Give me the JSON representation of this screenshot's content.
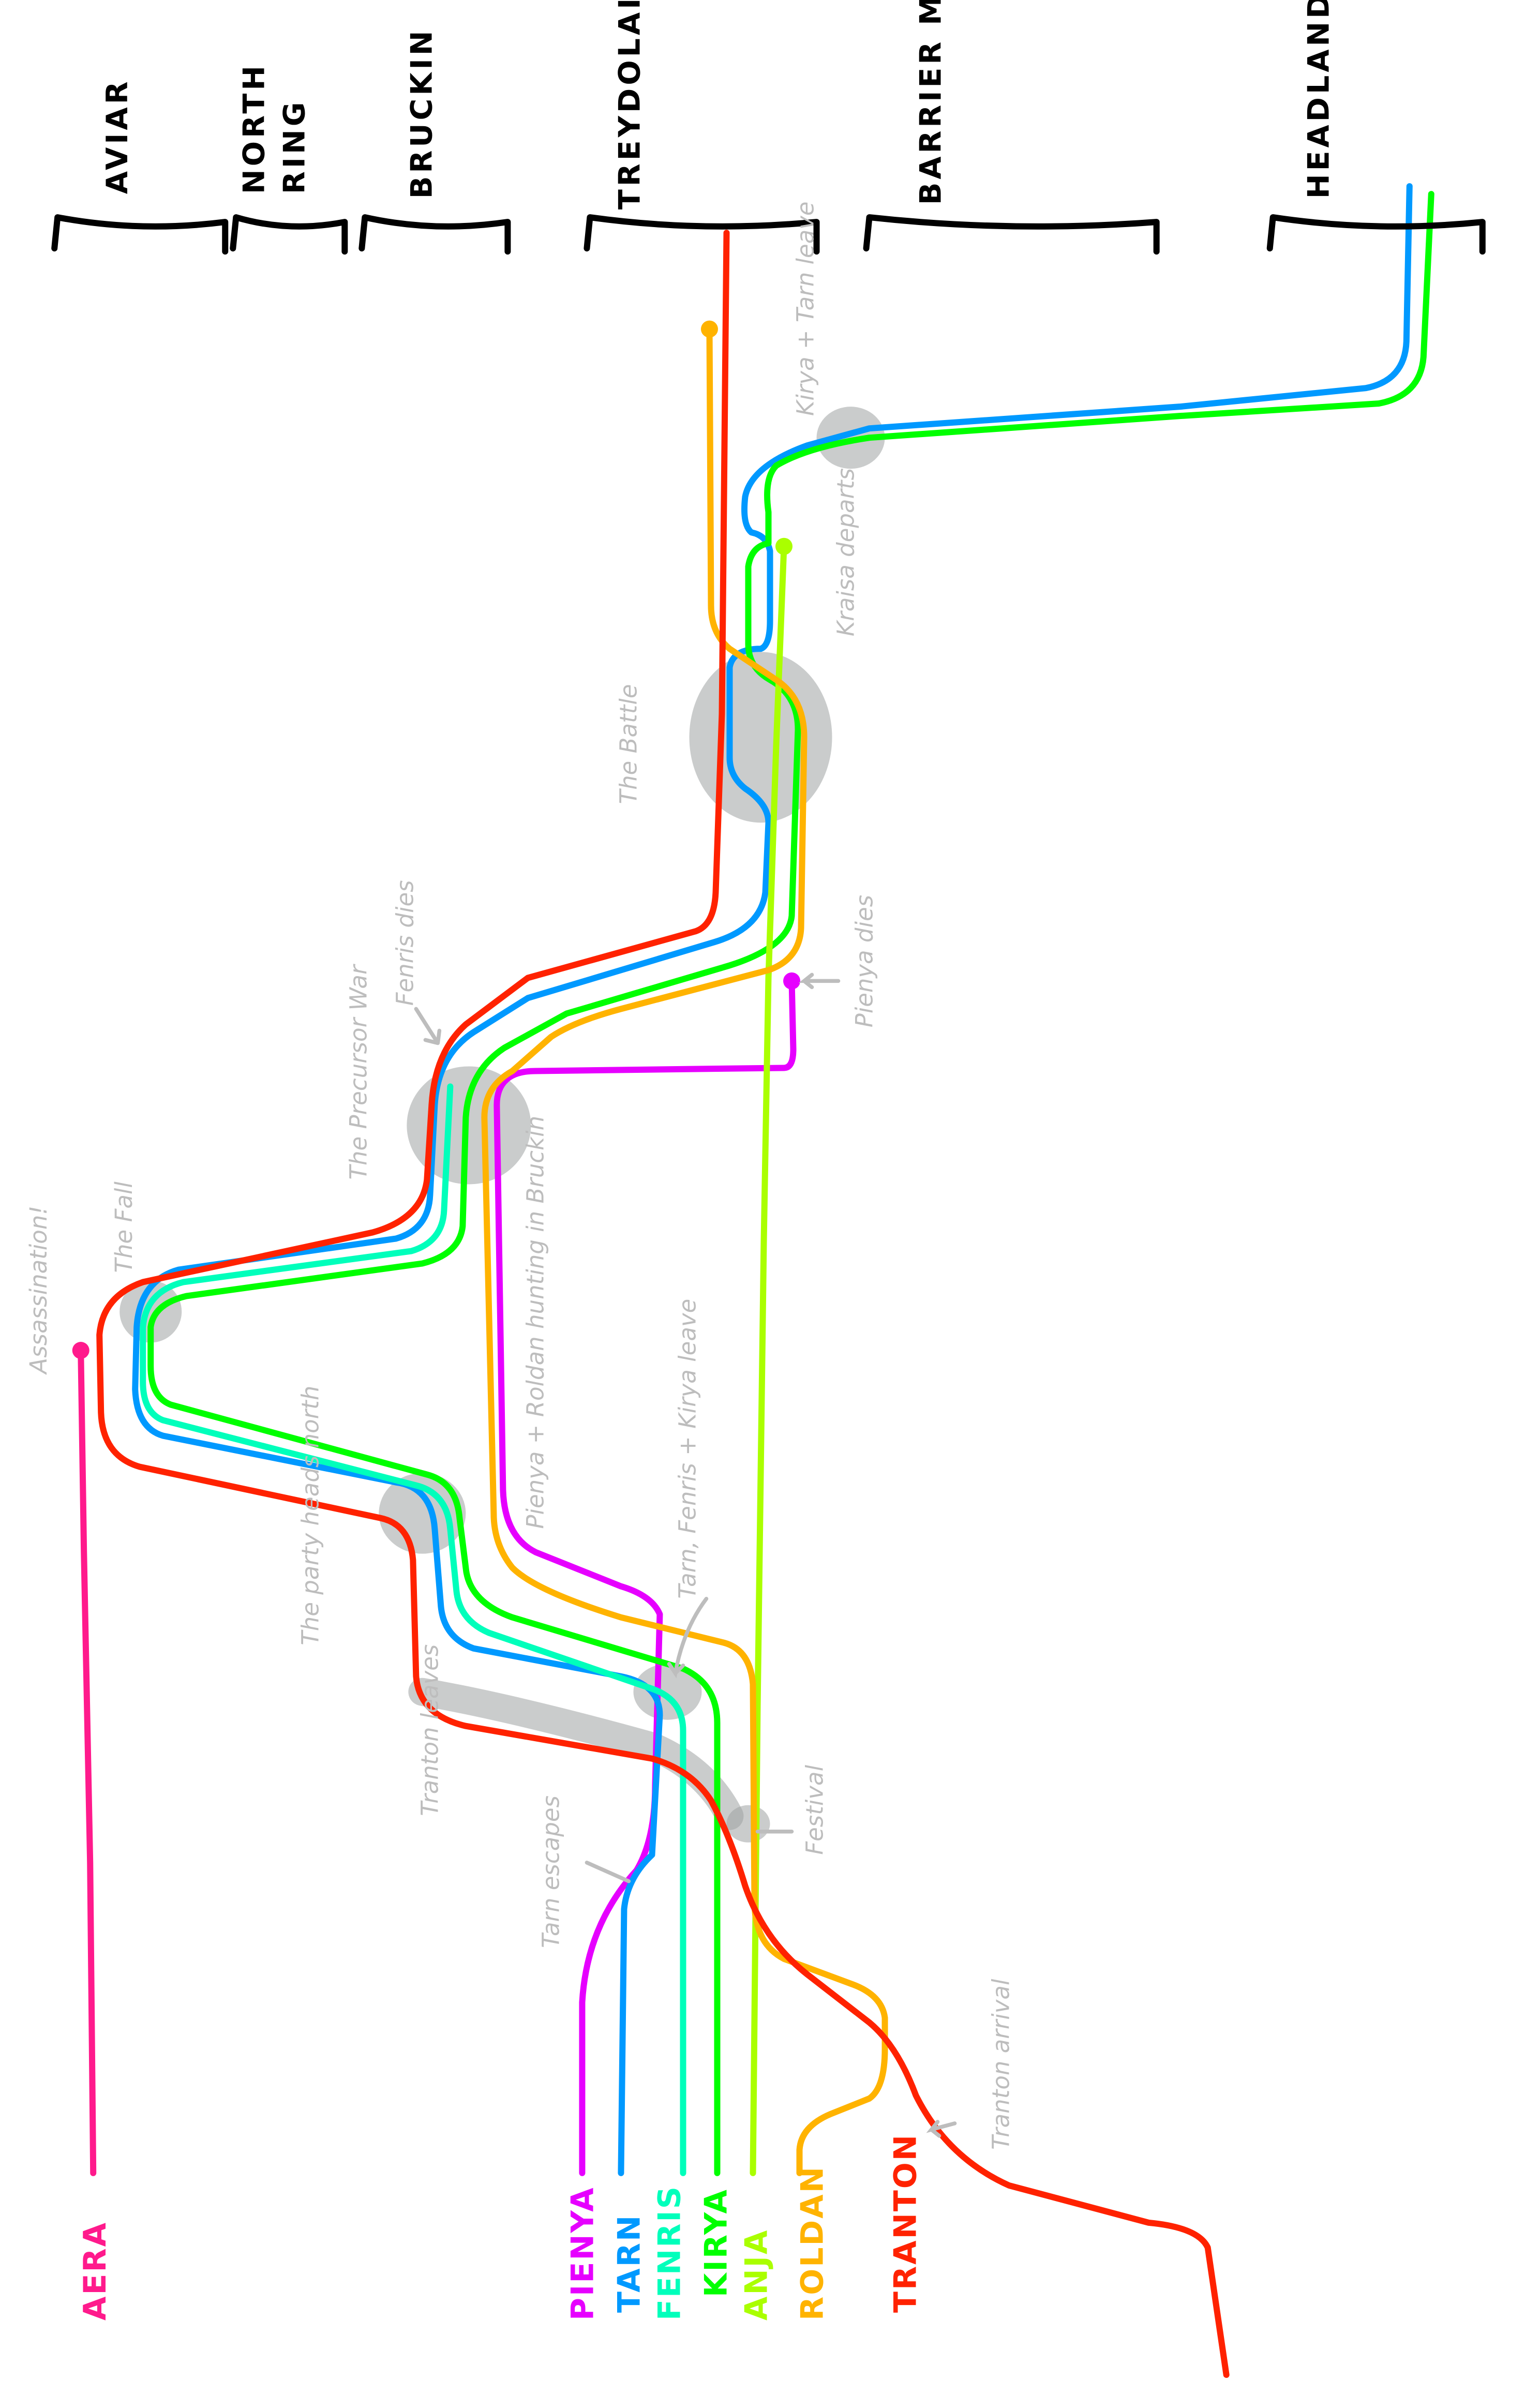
{
  "regions": [
    {
      "label": "AVIAR"
    },
    {
      "label": "NORTH RING"
    },
    {
      "label": "BRUCKIN"
    },
    {
      "label": "TREYDOLAIN"
    },
    {
      "label": "BARRIER MOUNTAINS"
    },
    {
      "label": "HEADLAND"
    }
  ],
  "characters": [
    {
      "name": "AERA",
      "color": "#ff1a8c"
    },
    {
      "name": "PIENYA",
      "color": "#e600ff"
    },
    {
      "name": "TARN",
      "color": "#0099ff"
    },
    {
      "name": "FENRIS",
      "color": "#00ffbb"
    },
    {
      "name": "KIRYA",
      "color": "#00ff00"
    },
    {
      "name": "ANJA",
      "color": "#aaff00"
    },
    {
      "name": "ROLDAN",
      "color": "#ffb300"
    },
    {
      "name": "TRANTON",
      "color": "#ff2200"
    }
  ],
  "annotations": [
    {
      "text": "Assassination!"
    },
    {
      "text": "The Fall"
    },
    {
      "text": "The Precursor War"
    },
    {
      "text": "Fenris dies"
    },
    {
      "text": "The Battle"
    },
    {
      "text": "Kirya + Tarn leave"
    },
    {
      "text": "Kraisa departs"
    },
    {
      "text": "Pienya dies"
    },
    {
      "text": "Pienya + Roldan hunting in Bruckin"
    },
    {
      "text": "Tarn, Fenris + Kirya leave"
    },
    {
      "text": "The party heads north"
    },
    {
      "text": "Tranton leaves"
    },
    {
      "text": "Festival"
    },
    {
      "text": "Tarn escapes"
    },
    {
      "text": "Tranton arrival"
    }
  ]
}
